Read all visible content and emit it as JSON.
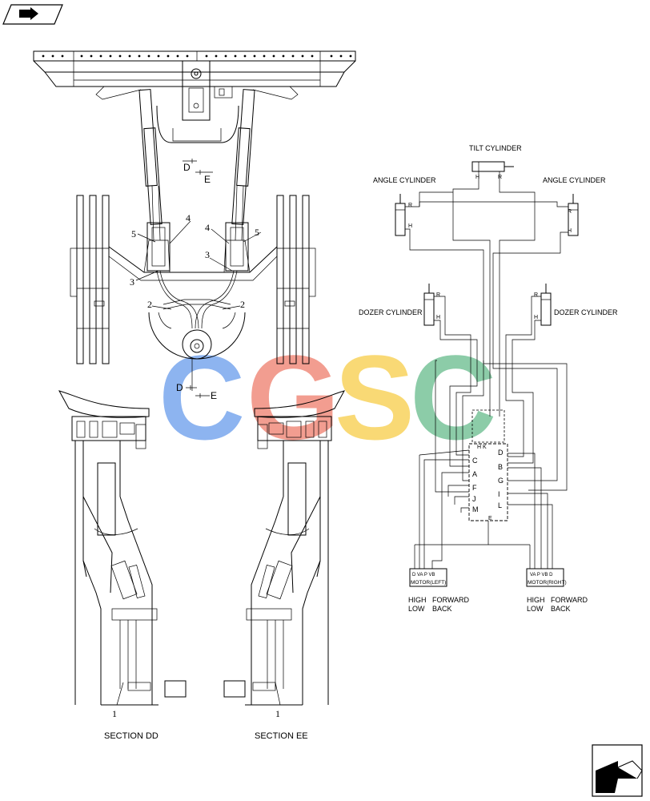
{
  "nav": {
    "top_icon": "folder-arrow-icon",
    "bottom_icon": "next-page-arrow-icon"
  },
  "watermark": {
    "letters": [
      "C",
      "G",
      "S",
      "C"
    ],
    "colors": [
      "#7aa7ee",
      "#f08c7d",
      "#f8d35d",
      "#78c49a"
    ]
  },
  "drawing": {
    "section_markers": {
      "top_d": "D",
      "top_e": "E",
      "mid_d": "D",
      "mid_e": "E"
    },
    "callouts": {
      "n5_left": "5",
      "n4_left": "4",
      "n4_right": "4",
      "n5_right": "5",
      "n3_left": "3",
      "n3_right": "3",
      "n2_left": "2",
      "n2_right": "2",
      "n1_left": "1",
      "n1_right": "1"
    },
    "section_dd": "SECTION DD",
    "section_ee": "SECTION EE"
  },
  "schematic": {
    "tilt_cylinder": "TILT CYLINDER",
    "angle_cylinder_left": "ANGLE CYLINDER",
    "angle_cylinder_right": "ANGLE CYLINDER",
    "dozer_cylinder_left": "DOZER CYLINDER",
    "dozer_cylinder_right": "DOZER CYLINDER",
    "port_h": "H",
    "port_r": "R",
    "valve_ports_left": [
      "C",
      "A",
      "F",
      "J",
      "M"
    ],
    "valve_ports_right": [
      "D",
      "B",
      "G",
      "I",
      "L"
    ],
    "valve_top": "H K",
    "valve_bottom": "E",
    "motor_left": "MOTOR(LEFT)",
    "motor_left_ports": "D VA P VB",
    "motor_right": "MOTOR(RIGHT)",
    "motor_right_ports": "VA P VB D",
    "high": "HIGH",
    "low": "LOW",
    "forward": "FORWARD",
    "back": "BACK"
  }
}
